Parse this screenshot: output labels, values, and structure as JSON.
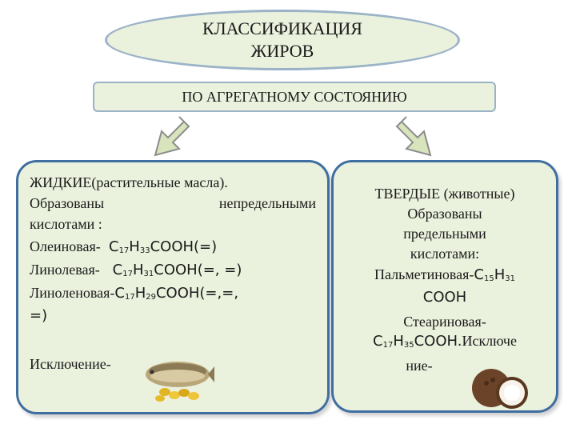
{
  "title": {
    "line1": "КЛАССИФИКАЦИЯ",
    "line2": "ЖИРОВ"
  },
  "subheader": "ПО АГРЕГАТНОМУ СОСТОЯНИЮ",
  "liquid": {
    "heading": "ЖИДКИЕ(растительные   масла).",
    "formed_word1": "Образованы",
    "formed_word2": "непредельными",
    "formed_line2": "кислотами :",
    "acids": [
      {
        "name": "Олеиновая-",
        "c": "17",
        "h": "33",
        "rest": "COOH(=)"
      },
      {
        "name": "Линолевая-",
        "c": "17",
        "h": "31",
        "rest": "COOH(=, =)"
      },
      {
        "name": "Линоленовая-",
        "c": "17",
        "h": "29",
        "rest": "COOH(=,=,",
        "rest2": "=)"
      }
    ],
    "exception": "Исключение-",
    "image_icon": "fish-oil-icon"
  },
  "solid": {
    "heading": "ТВЕРДЫЕ (животные)",
    "formed_1": "Образованы",
    "formed_2": "предельными",
    "formed_3": "кислотами:",
    "acid1_name": "Пальметиновая-",
    "acid1_c": "15",
    "acid1_h": "31",
    "acid1_rest": "COOH",
    "acid2_name": "Стеариновая-",
    "acid2_c": "17",
    "acid2_h": "35",
    "acid2_rest": "COOH.",
    "exception_head": "Исключе",
    "exception_tail": "ние-",
    "image_icon": "coconut-icon"
  },
  "colors": {
    "box_fill": "#eaf1dd",
    "box_border": "#3f6ea0",
    "oval_border": "#9bb3c7",
    "arrow_fill": "#d7e4bc"
  }
}
